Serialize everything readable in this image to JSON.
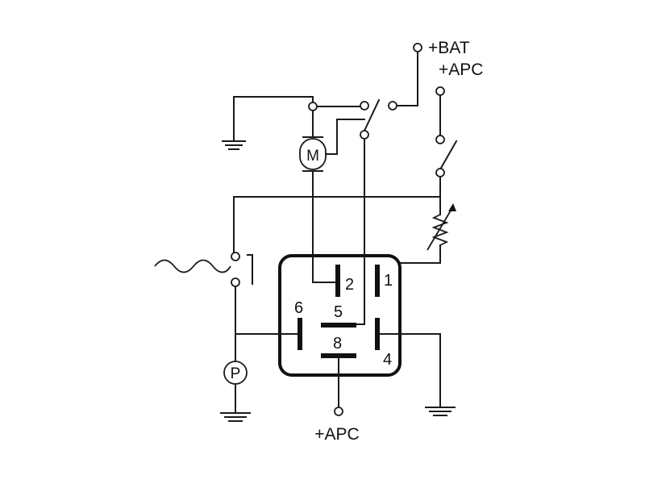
{
  "labels": {
    "bat_top": "+BAT",
    "apc_top": "+APC",
    "apc_bottom": "+APC",
    "motor": "M",
    "pressure_switch": "P"
  },
  "pins": {
    "pin1": "1",
    "pin2": "2",
    "pin4": "4",
    "pin5": "5",
    "pin6": "6",
    "pin8": "8"
  }
}
